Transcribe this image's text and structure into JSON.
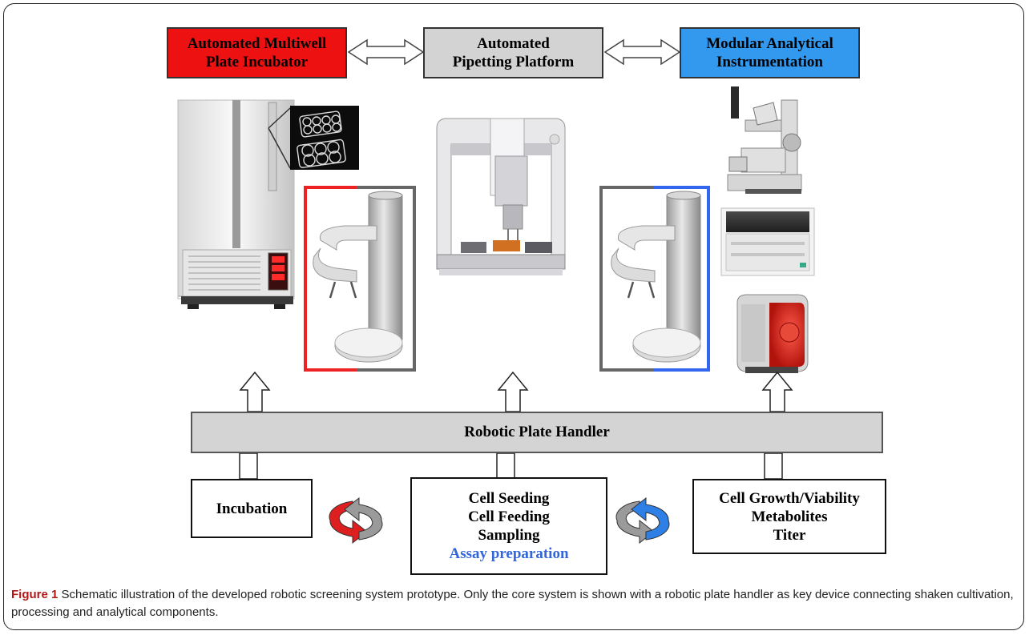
{
  "top_boxes": {
    "incubator": {
      "line1": "Automated Multiwell",
      "line2": "Plate Incubator",
      "color": "#ee1111",
      "text_color": "#000000"
    },
    "pipetting": {
      "line1": "Automated",
      "line2": "Pipetting Platform",
      "color": "#d3d3d3",
      "text_color": "#000000"
    },
    "analytical": {
      "line1": "Modular Analytical",
      "line2": "Instrumentation",
      "color": "#3399ee",
      "text_color": "#000000"
    }
  },
  "handler": {
    "label": "Robotic Plate Handler"
  },
  "bottom_boxes": {
    "incubation": {
      "lines": [
        "Incubation"
      ]
    },
    "processing": {
      "lines": [
        "Cell Seeding",
        "Cell Feeding",
        "Sampling"
      ],
      "highlight": "Assay preparation",
      "highlight_color": "#3366dd"
    },
    "analytics": {
      "lines": [
        "Cell Growth/Viability",
        "Metabolites",
        "Titer"
      ]
    }
  },
  "colors": {
    "red_cycle": "#dd1f1f",
    "blue_cycle": "#2e7fe6",
    "gray_cycle": "#9a9a9a",
    "frame_red": "#ee2222",
    "frame_blue": "#3366ee",
    "frame_gray": "#666666"
  },
  "caption": {
    "label": "Figure 1",
    "text": " Schematic illustration of the developed robotic screening system prototype. Only the core system is shown with a robotic plate handler as key device connecting shaken cultivation, processing and analytical components."
  },
  "images": {
    "incubator": "incubator-icon",
    "multiwell_plates": "multiwell-plate-icon",
    "robot_arm_left": "robot-arm-icon",
    "pipetting_robot": "pipetting-robot-icon",
    "robot_arm_right": "robot-arm-icon",
    "microscope": "microscope-icon",
    "plate_reader": "plate-reader-icon",
    "analyzer": "analyzer-icon"
  }
}
